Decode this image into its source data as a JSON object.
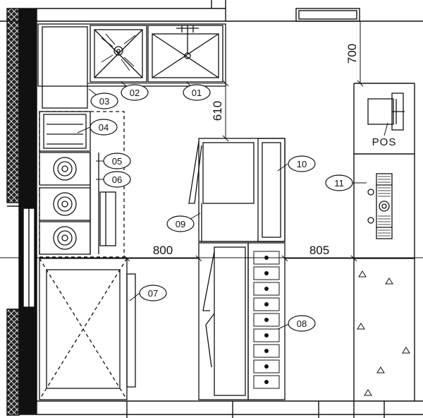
{
  "plan": {
    "tags": [
      {
        "id": "01",
        "text": "01"
      },
      {
        "id": "02",
        "text": "02"
      },
      {
        "id": "03",
        "text": "03"
      },
      {
        "id": "04",
        "text": "04"
      },
      {
        "id": "05",
        "text": "05"
      },
      {
        "id": "06",
        "text": "06"
      },
      {
        "id": "07",
        "text": "07"
      },
      {
        "id": "08",
        "text": "08"
      },
      {
        "id": "09",
        "text": "09"
      },
      {
        "id": "10",
        "text": "10"
      },
      {
        "id": "11",
        "text": "11"
      }
    ],
    "dimensions": {
      "d700": "700",
      "d610": "610",
      "d800": "800",
      "d805": "805"
    },
    "pos_label": "POS"
  },
  "colors": {
    "line": "#111111",
    "wall_fill": "#1a1a1a",
    "background": "#ffffff"
  }
}
